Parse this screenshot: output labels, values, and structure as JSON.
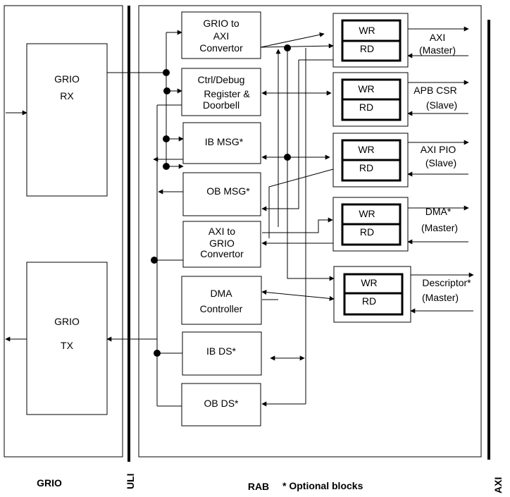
{
  "regions": {
    "grio": "GRIO",
    "uli": "ULI",
    "rab": "RAB",
    "axi": "AXI",
    "footnote": "* Optional blocks"
  },
  "grio_blocks": {
    "rx": [
      "GRIO",
      "RX"
    ],
    "tx": [
      "GRIO",
      "TX"
    ]
  },
  "rab_blocks": {
    "grio_to_axi": [
      "GRIO to",
      "AXI",
      "Convertor"
    ],
    "ctrl_debug": [
      "Ctrl/Debug",
      "Register &",
      "Doorbell"
    ],
    "ib_msg": [
      "IB MSG*"
    ],
    "ob_msg": [
      "OB MSG*"
    ],
    "axi_to_grio": [
      "AXI to",
      "GRIO",
      "Convertor"
    ],
    "dma_controller": [
      "DMA",
      "Controller"
    ],
    "ib_ds": [
      "IB DS*"
    ],
    "ob_ds": [
      "OB DS*"
    ]
  },
  "channels": {
    "wr": "WR",
    "rd": "RD"
  },
  "interfaces": {
    "axi_master": [
      "AXI",
      "(Master)"
    ],
    "apb_csr": [
      "APB CSR",
      "(Slave)"
    ],
    "axi_pio": [
      "AXI PIO",
      "(Slave)"
    ],
    "dma_master": [
      "DMA*",
      "(Master)"
    ],
    "descriptor_master": [
      "Descriptor*",
      "(Master)"
    ]
  }
}
